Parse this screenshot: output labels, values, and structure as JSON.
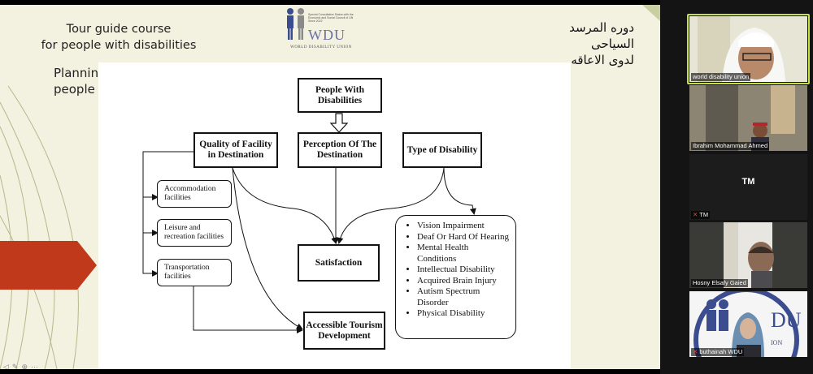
{
  "slide": {
    "title_line1": "Tour guide course",
    "title_line2": "for people with disabilities",
    "subtitle_line1": "Planning for tourism for",
    "subtitle_line2": "people with disabilities",
    "arabic_line1": "دوره المرسد",
    "arabic_line2": "السياحى",
    "arabic_line3": "لدوى الاعاقه",
    "logo_text": "WDU",
    "logo_small_text": "Special Consultative Status with the Economic and Social Council of UN Since 2022",
    "logo_union": "WORLD DISABILITY UNION"
  },
  "diagram": {
    "people": "People With Disabilities",
    "quality": "Quality of Facility in Destination",
    "perception": "Perception Of The Destination",
    "type": "Type of Disability",
    "accommodation": "Accommodation facilities",
    "leisure": "Leisure and recreation facilities",
    "transportation": "Transportation facilities",
    "satisfaction": "Satisfaction",
    "accessible": "Accessible Tourism Development",
    "disabilities": [
      "Vision Impairment",
      "Deaf Or Hard Of Hearing",
      "Mental Health Conditions",
      "Intellectual Disability",
      "Acquired Brain Injury",
      "Autism Spectrum Disorder",
      "Physical Disability"
    ]
  },
  "participants": [
    {
      "name": "world disability union",
      "initials": ""
    },
    {
      "name": "Ibrahim Mohammad Ahmed",
      "initials": ""
    },
    {
      "name": "TM",
      "initials": "TM"
    },
    {
      "name": "Hosny Elsafy Gaied",
      "initials": ""
    },
    {
      "name": "buthainah WDU",
      "initials": ""
    }
  ],
  "colors": {
    "accent_arrow": "#c0391b",
    "active_speaker": "#c7e044",
    "wdu_blue": "#6b6fa7"
  }
}
